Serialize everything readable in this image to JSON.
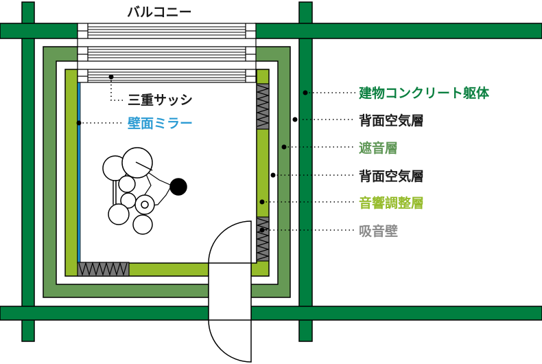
{
  "title": "バルコニー",
  "labels_left": [
    {
      "text": "三重サッシ",
      "color": "#1a1a1a"
    },
    {
      "text": "壁面ミラー",
      "color": "#2b9bd3"
    }
  ],
  "labels_right": [
    {
      "text": "建物コンクリート躯体",
      "color": "#0a7f3f"
    },
    {
      "text": "背面空気層",
      "color": "#1a1a1a"
    },
    {
      "text": "遮音層",
      "color": "#5e9655"
    },
    {
      "text": "背面空気層",
      "color": "#1a1a1a"
    },
    {
      "text": "音響調整層",
      "color": "#95bb2a"
    },
    {
      "text": "吸音壁",
      "color": "#8a8a8a"
    }
  ],
  "colors": {
    "concrete": "#007f40",
    "sound_insulation": "#669955",
    "acoustic_layer": "#95bb2a",
    "mirror": "#1a8fd0",
    "absorber": "#777777"
  }
}
